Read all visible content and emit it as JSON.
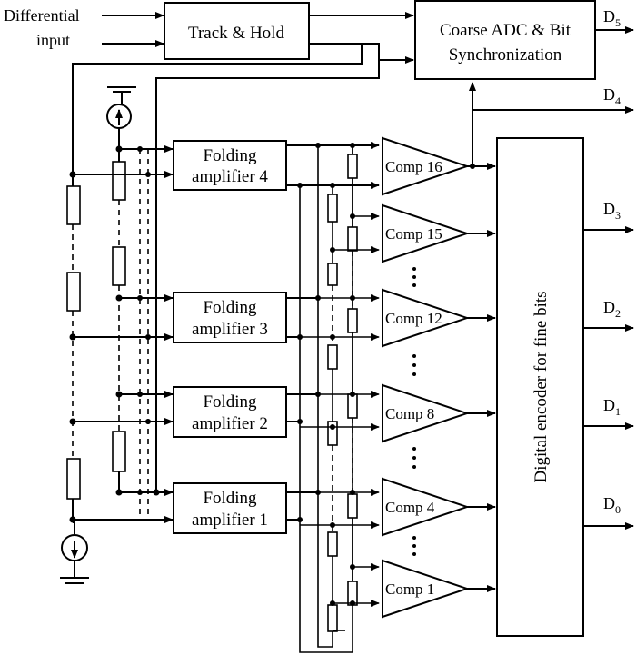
{
  "inputs": {
    "differential": "Differential",
    "input": "input"
  },
  "blocks": {
    "track_hold": "Track & Hold",
    "coarse_line1": "Coarse ADC & Bit",
    "coarse_line2": "Synchronization",
    "encoder": "Digital encoder for fine bits"
  },
  "folding_amplifiers": [
    {
      "line1": "Folding",
      "line2": "amplifier 4"
    },
    {
      "line1": "Folding",
      "line2": "amplifier 3"
    },
    {
      "line1": "Folding",
      "line2": "amplifier 2"
    },
    {
      "line1": "Folding",
      "line2": "amplifier 1"
    }
  ],
  "comparators": [
    "Comp 16",
    "Comp 15",
    "Comp 12",
    "Comp 8",
    "Comp 4",
    "Comp 1"
  ],
  "outputs": [
    {
      "letter": "D",
      "sub": "5"
    },
    {
      "letter": "D",
      "sub": "4"
    },
    {
      "letter": "D",
      "sub": "3"
    },
    {
      "letter": "D",
      "sub": "2"
    },
    {
      "letter": "D",
      "sub": "1"
    },
    {
      "letter": "D",
      "sub": "0"
    }
  ]
}
